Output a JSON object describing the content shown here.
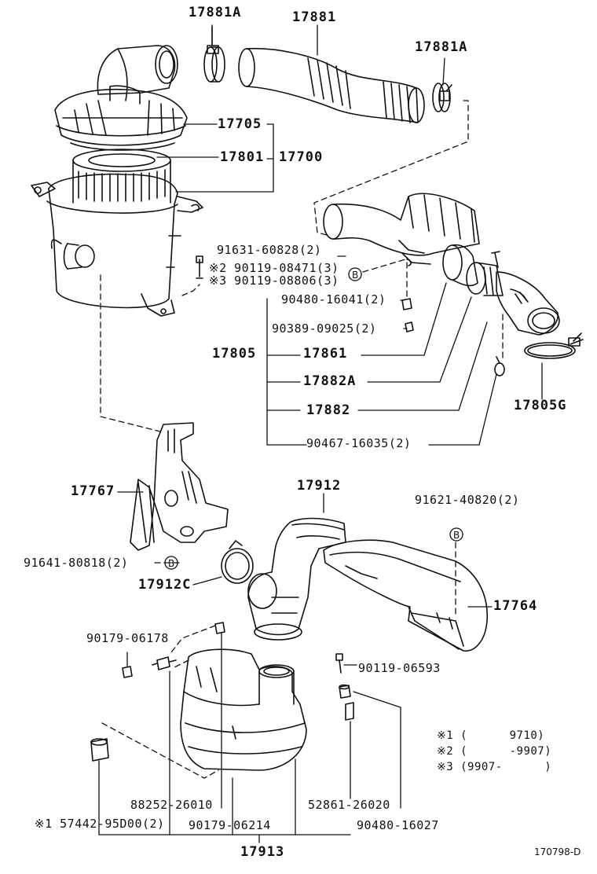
{
  "part_labels": {
    "p17881a_top": "17881A",
    "p17881": "17881",
    "p17881a_right": "17881A",
    "p17705": "17705",
    "p17801": "17801",
    "p17700": "17700",
    "p91631": "91631-60828(2)",
    "p90119_08471": "※2 90119-08471(3)",
    "p90119_08806": "※3 90119-08806(3)",
    "p90480_16041": "90480-16041(2)",
    "p90389": "90389-09025(2)",
    "p17805": "17805",
    "p17861": "17861",
    "p17882a": "17882A",
    "p17805g": "17805G",
    "p17882": "17882",
    "p90467": "90467-16035(2)",
    "p17767": "17767",
    "p17912": "17912",
    "p91621": "91621-40820(2)",
    "p91641": "91641-80818(2)",
    "p17912c": "17912C",
    "p17764": "17764",
    "p90179_06178": "90179-06178",
    "p90119_06593": "90119-06593",
    "p88252": "88252-26010",
    "p52861": "52861-26020",
    "p57442": "※1 57442-95D00(2)",
    "p90179_06214": "90179-06214",
    "p90480_16027": "90480-16027",
    "p17913": "17913"
  },
  "ref_marker": "B",
  "notes": {
    "n1": "※1 (      9710)",
    "n2": "※2 (      -9907)",
    "n3": "※3 (9907-      )"
  },
  "diagram_id": "170798-D"
}
